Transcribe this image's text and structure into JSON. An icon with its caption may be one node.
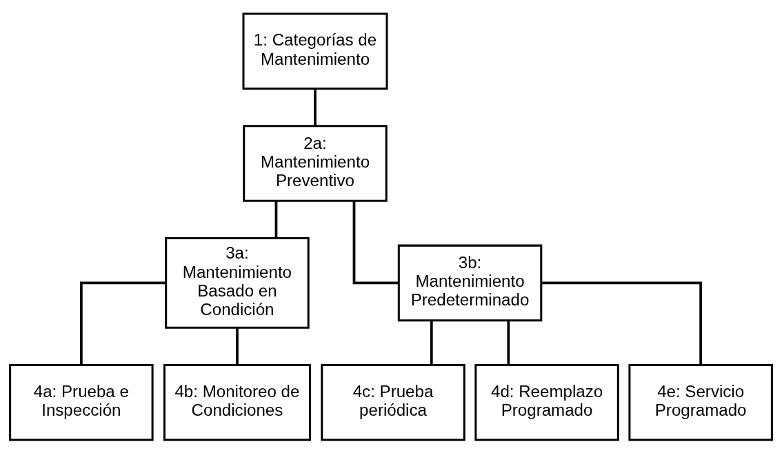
{
  "diagram": {
    "nodes": [
      {
        "text": [
          "1: Categorías de Mantenimiento"
        ]
      },
      {
        "text": [
          "2a: Mantenimiento Preventivo"
        ]
      },
      {
        "text": [
          "3a: Mantenimiento Basado en Condición"
        ]
      },
      {
        "text": [
          "3b: Mantenimiento Predeterminado"
        ]
      },
      {
        "text": [
          "4a: Prueba e Inspección"
        ]
      },
      {
        "text": [
          "4b: Monitoreo de Condiciones"
        ]
      },
      {
        "text": [
          "4c: Prueba periódica"
        ]
      },
      {
        "text": [
          "4d: Reemplazo Programado"
        ]
      },
      {
        "text": [
          "4e: Servicio Programado"
        ]
      }
    ],
    "edges": [
      {
        "from": 0,
        "to": 1,
        "arrow": "none"
      },
      {
        "from": 1,
        "to": 2,
        "arrow": "none"
      },
      {
        "from": 1,
        "to": 3,
        "arrow": "none"
      },
      {
        "from": 2,
        "to": 4,
        "arrow": "none"
      },
      {
        "from": 2,
        "to": 5,
        "arrow": "none"
      },
      {
        "from": 3,
        "to": 6,
        "arrow": "none"
      },
      {
        "from": 3,
        "to": 7,
        "arrow": "none"
      },
      {
        "from": 3,
        "to": 8,
        "arrow": "none"
      }
    ]
  }
}
